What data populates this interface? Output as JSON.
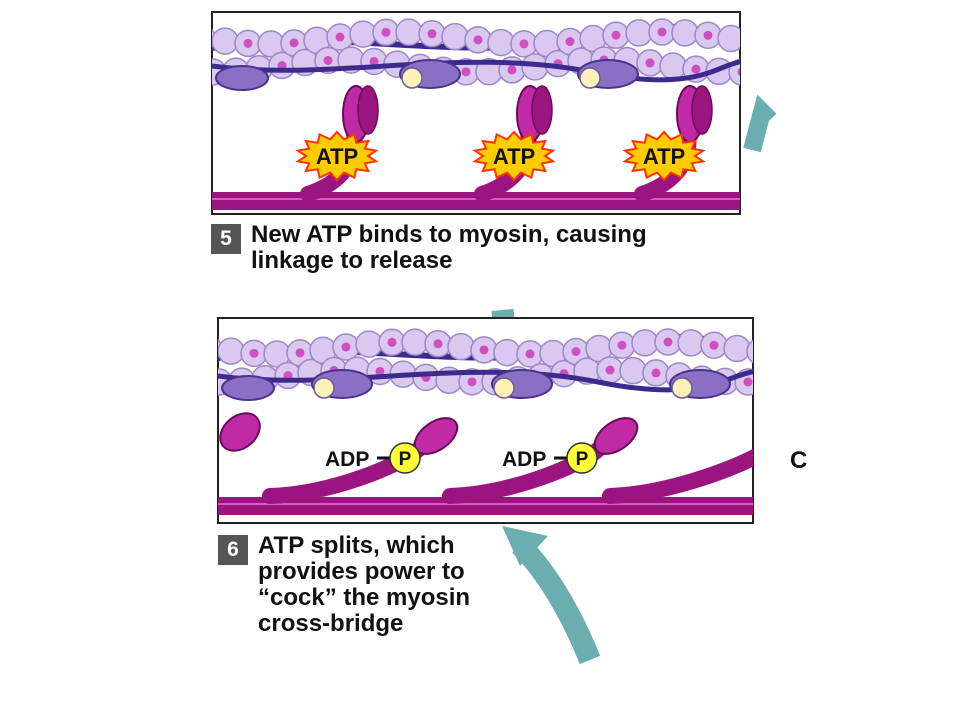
{
  "colors": {
    "actin_bead": "#d9c8f0",
    "actin_spot": "#d04ec0",
    "tropomyosin": "#3c2a8c",
    "troponin": "#8a70c4",
    "binding_site": "#fff1b8",
    "myosin": "#9a1580",
    "myosin_head": "#c12aa5",
    "atp_burst": "#ffcc00",
    "phosphate": "#ffff33",
    "cycle_arrow": "#6aaeb2"
  },
  "panel5": {
    "step_number": "5",
    "caption_lines": [
      "New ATP binds to myosin, causing",
      "linkage to release"
    ],
    "atp_labels": [
      "ATP",
      "ATP",
      "ATP"
    ]
  },
  "panel6": {
    "step_number": "6",
    "caption_lines": [
      "ATP splits, which",
      "provides power to",
      "“cock” the myosin",
      "cross-bridge"
    ],
    "adp_labels": [
      "ADP",
      "ADP"
    ],
    "phosphate_labels": [
      "P",
      "P"
    ]
  },
  "cutoff_label": "C"
}
